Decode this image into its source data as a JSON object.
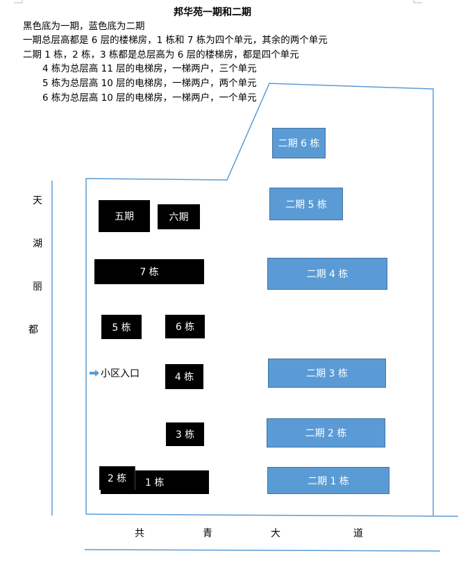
{
  "title": "邦华苑一期和二期",
  "notes": [
    "黑色底为一期，蓝色底为二期",
    "一期总层高都是 6 层的楼梯房，1 栋和 7 栋为四个单元，其余的两个单元",
    "二期 1 栋，2 栋，3 栋都是总层高为 6 层的楼梯房，都是四个单元",
    "4 栋为总层高 11 层的电梯房，一梯两户，三个单元",
    "5 栋为总层高 10 层的电梯房，一梯两户，两个单元",
    "6 栋为总层高 10 层的电梯房，一梯两户，一个单元"
  ],
  "phase1": {
    "wuqi": "五期",
    "liuqi": "六期",
    "b7": "7 栋",
    "b5": "5 栋",
    "b6": "6 栋",
    "b4": "4 栋",
    "b3": "3 栋",
    "b2": "2 栋",
    "b1": "1 栋"
  },
  "phase2": {
    "b6": "二期 6 栋",
    "b5": "二期 5 栋",
    "b4": "二期 4 栋",
    "b3": "二期 3 栋",
    "b2": "二期 2 栋",
    "b1": "二期 1 栋"
  },
  "entrance": "小区入口",
  "left_road": [
    "天",
    "湖",
    "丽",
    "都"
  ],
  "bottom_road": [
    "共",
    "青",
    "大",
    "道"
  ],
  "colors": {
    "phase1": "#000000",
    "phase2": "#5b9bd5",
    "outline": "#5b9bd5"
  }
}
